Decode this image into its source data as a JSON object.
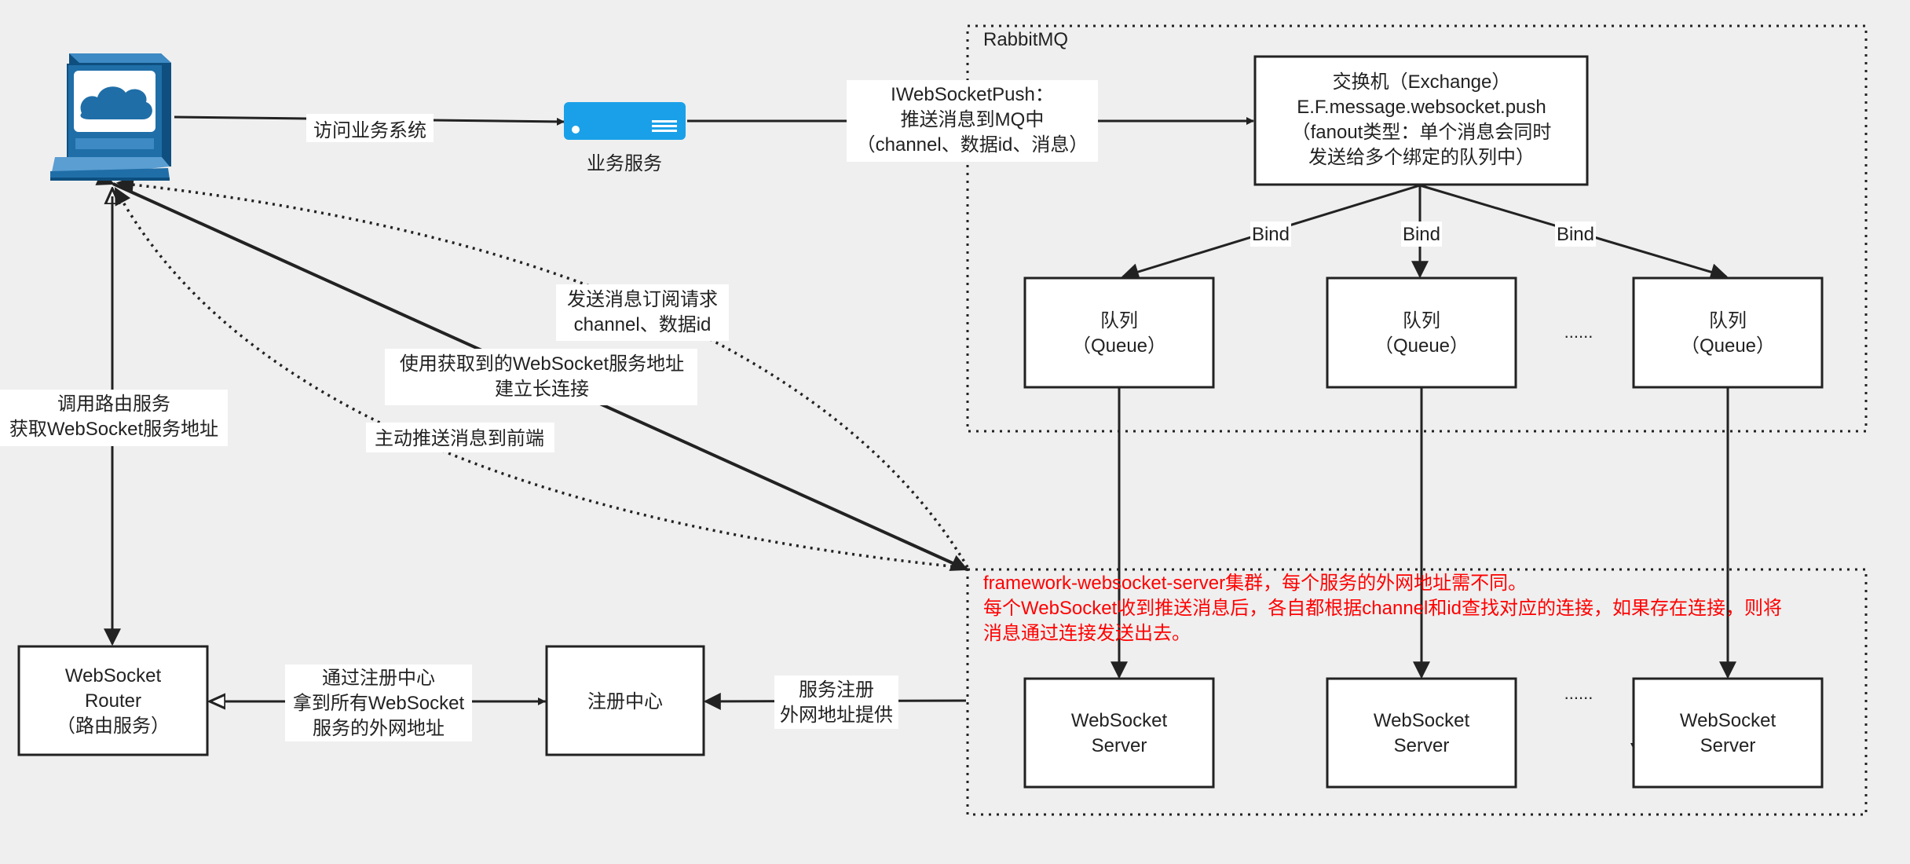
{
  "colors": {
    "background": "#efefef",
    "stroke": "#222222",
    "note_red": "#ff0000",
    "computer_blue": "#1f6ea8",
    "server_blue": "#1aa0e8"
  },
  "icons": {
    "client": "computer-monitor-icon",
    "business": "server-rack-icon"
  },
  "groups": {
    "rabbitmq": {
      "label": "RabbitMQ"
    },
    "cluster": {
      "note": [
        "framework-websocket-server集群，每个服务的外网地址需不同。",
        "每个WebSocket收到推送消息后，各自都根据channel和id查找对应的连接，如果存在连接，则将",
        "消息通过连接发送出去。"
      ]
    }
  },
  "nodes": {
    "business": {
      "label": "业务服务"
    },
    "exchange": {
      "lines": [
        "交换机（Exchange）",
        "E.F.message.websocket.push",
        "（fanout类型：单个消息会同时",
        "发送给多个绑定的队列中）"
      ]
    },
    "queues": [
      {
        "lines": [
          "队列",
          "（Queue）"
        ]
      },
      {
        "lines": [
          "队列",
          "（Queue）"
        ]
      },
      {
        "lines": [
          "队列",
          "（Queue）"
        ]
      }
    ],
    "queue_ellipsis": "......",
    "servers": [
      {
        "lines": [
          "WebSocket",
          "Server"
        ]
      },
      {
        "lines": [
          "WebSocket",
          "Server"
        ]
      },
      {
        "lines": [
          "WebSocket",
          "Server"
        ]
      }
    ],
    "server_ellipsis": "......",
    "router": {
      "lines": [
        "WebSocket",
        "Router",
        "（路由服务）"
      ]
    },
    "registry": {
      "label": "注册中心"
    }
  },
  "edges": {
    "visit": "访问业务系统",
    "push": [
      "IWebSocketPush：",
      "推送消息到MQ中",
      "（channel、数据id、消息）"
    ],
    "bind": [
      "Bind",
      "Bind",
      "Bind"
    ],
    "route": [
      "调用路由服务",
      "获取WebSocket服务地址"
    ],
    "subscribe": [
      "发送消息订阅请求",
      "channel、数据id"
    ],
    "connect": [
      "使用获取到的WebSocket服务地址",
      "建立长连接"
    ],
    "active_push": "主动推送消息到前端",
    "discover": [
      "通过注册中心",
      "拿到所有WebSocket",
      "服务的外网地址"
    ],
    "register": [
      "服务注册",
      "外网地址提供"
    ]
  }
}
